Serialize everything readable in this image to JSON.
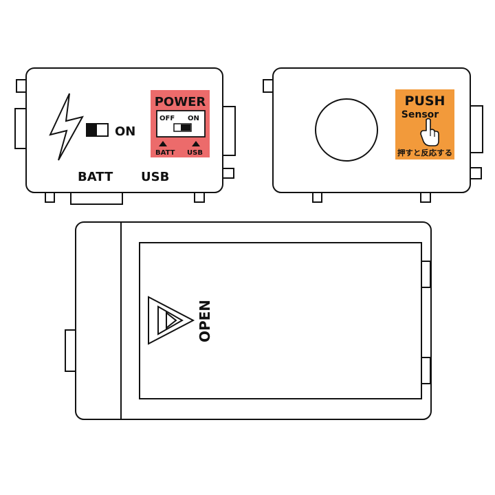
{
  "power_module": {
    "on_label": "ON",
    "batt_label": "BATT",
    "usb_label": "USB",
    "power_sticker": {
      "title": "POWER",
      "off_label": "OFF",
      "on_label": "ON",
      "batt_label": "BATT",
      "usb_label": "USB",
      "color": "#ec6b6b"
    }
  },
  "sensor_module": {
    "push_sticker": {
      "title": "PUSH",
      "subtitle": "Sensor",
      "caption": "押すと反応する",
      "color": "#f29a3b"
    }
  },
  "battery_box": {
    "open_label": "OPEN"
  },
  "icons": [
    "lightning-bolt-icon",
    "hand-pointer-icon",
    "arrow-up-icon"
  ]
}
